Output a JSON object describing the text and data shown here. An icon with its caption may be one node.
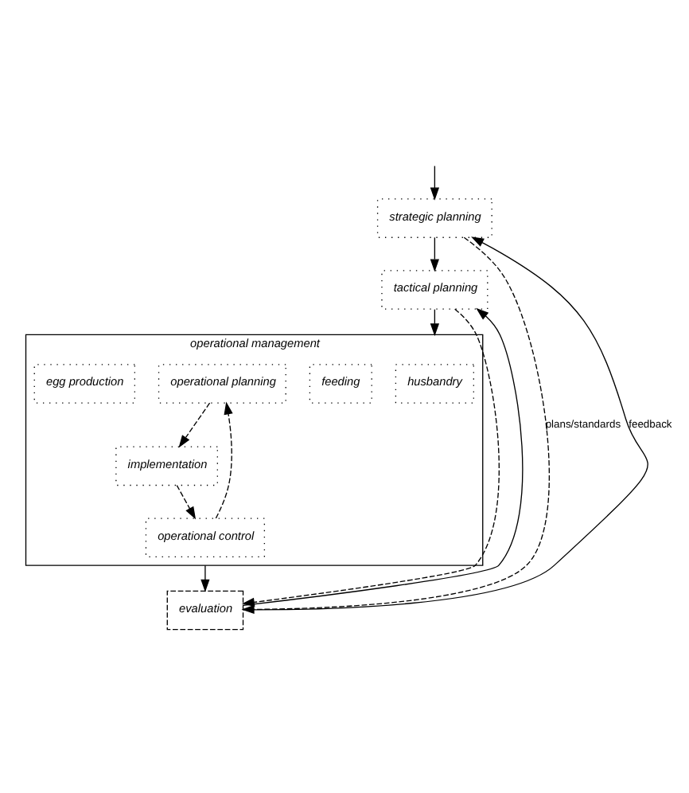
{
  "diagram": {
    "nodes": [
      {
        "text": [
          "strategic planning"
        ]
      },
      {
        "text": [
          "tactical planning"
        ]
      },
      {
        "text": [
          "operational management"
        ]
      },
      {
        "text": [
          "husbandry"
        ],
        "in": 2
      },
      {
        "text": [
          "feeding"
        ],
        "in": 2
      },
      {
        "text": [
          "operational planning"
        ],
        "in": 2
      },
      {
        "text": [
          "implementation"
        ],
        "in": 2
      },
      {
        "text": [
          "egg production"
        ],
        "in": 2
      },
      {
        "text": [
          "operational control"
        ],
        "in": 2
      },
      {
        "text": [
          "evaluation"
        ]
      }
    ],
    "edges": [
      {
        "from": null,
        "to": 0,
        "arrow": "to"
      },
      {
        "from": 0,
        "to": 1,
        "arrow": "to"
      },
      {
        "from": 1,
        "to": 2,
        "arrow": "to"
      },
      {
        "from": 5,
        "to": 6,
        "arrow": "to",
        "style": "dashed"
      },
      {
        "from": 6,
        "to": 8,
        "arrow": "to",
        "style": "dashed"
      },
      {
        "from": 8,
        "to": 5,
        "arrow": "to",
        "style": "dashed"
      },
      {
        "from": 2,
        "to": 9,
        "arrow": "to"
      },
      {
        "from": 0,
        "to": 9,
        "arrow": "to",
        "style": "dashed",
        "label": "plans/standards"
      },
      {
        "from": 1,
        "to": 9,
        "arrow": "to",
        "style": "dashed"
      },
      {
        "from": 9,
        "to": 0,
        "arrow": "to",
        "label": "feedback"
      },
      {
        "from": 9,
        "to": 1,
        "arrow": "to"
      }
    ]
  }
}
